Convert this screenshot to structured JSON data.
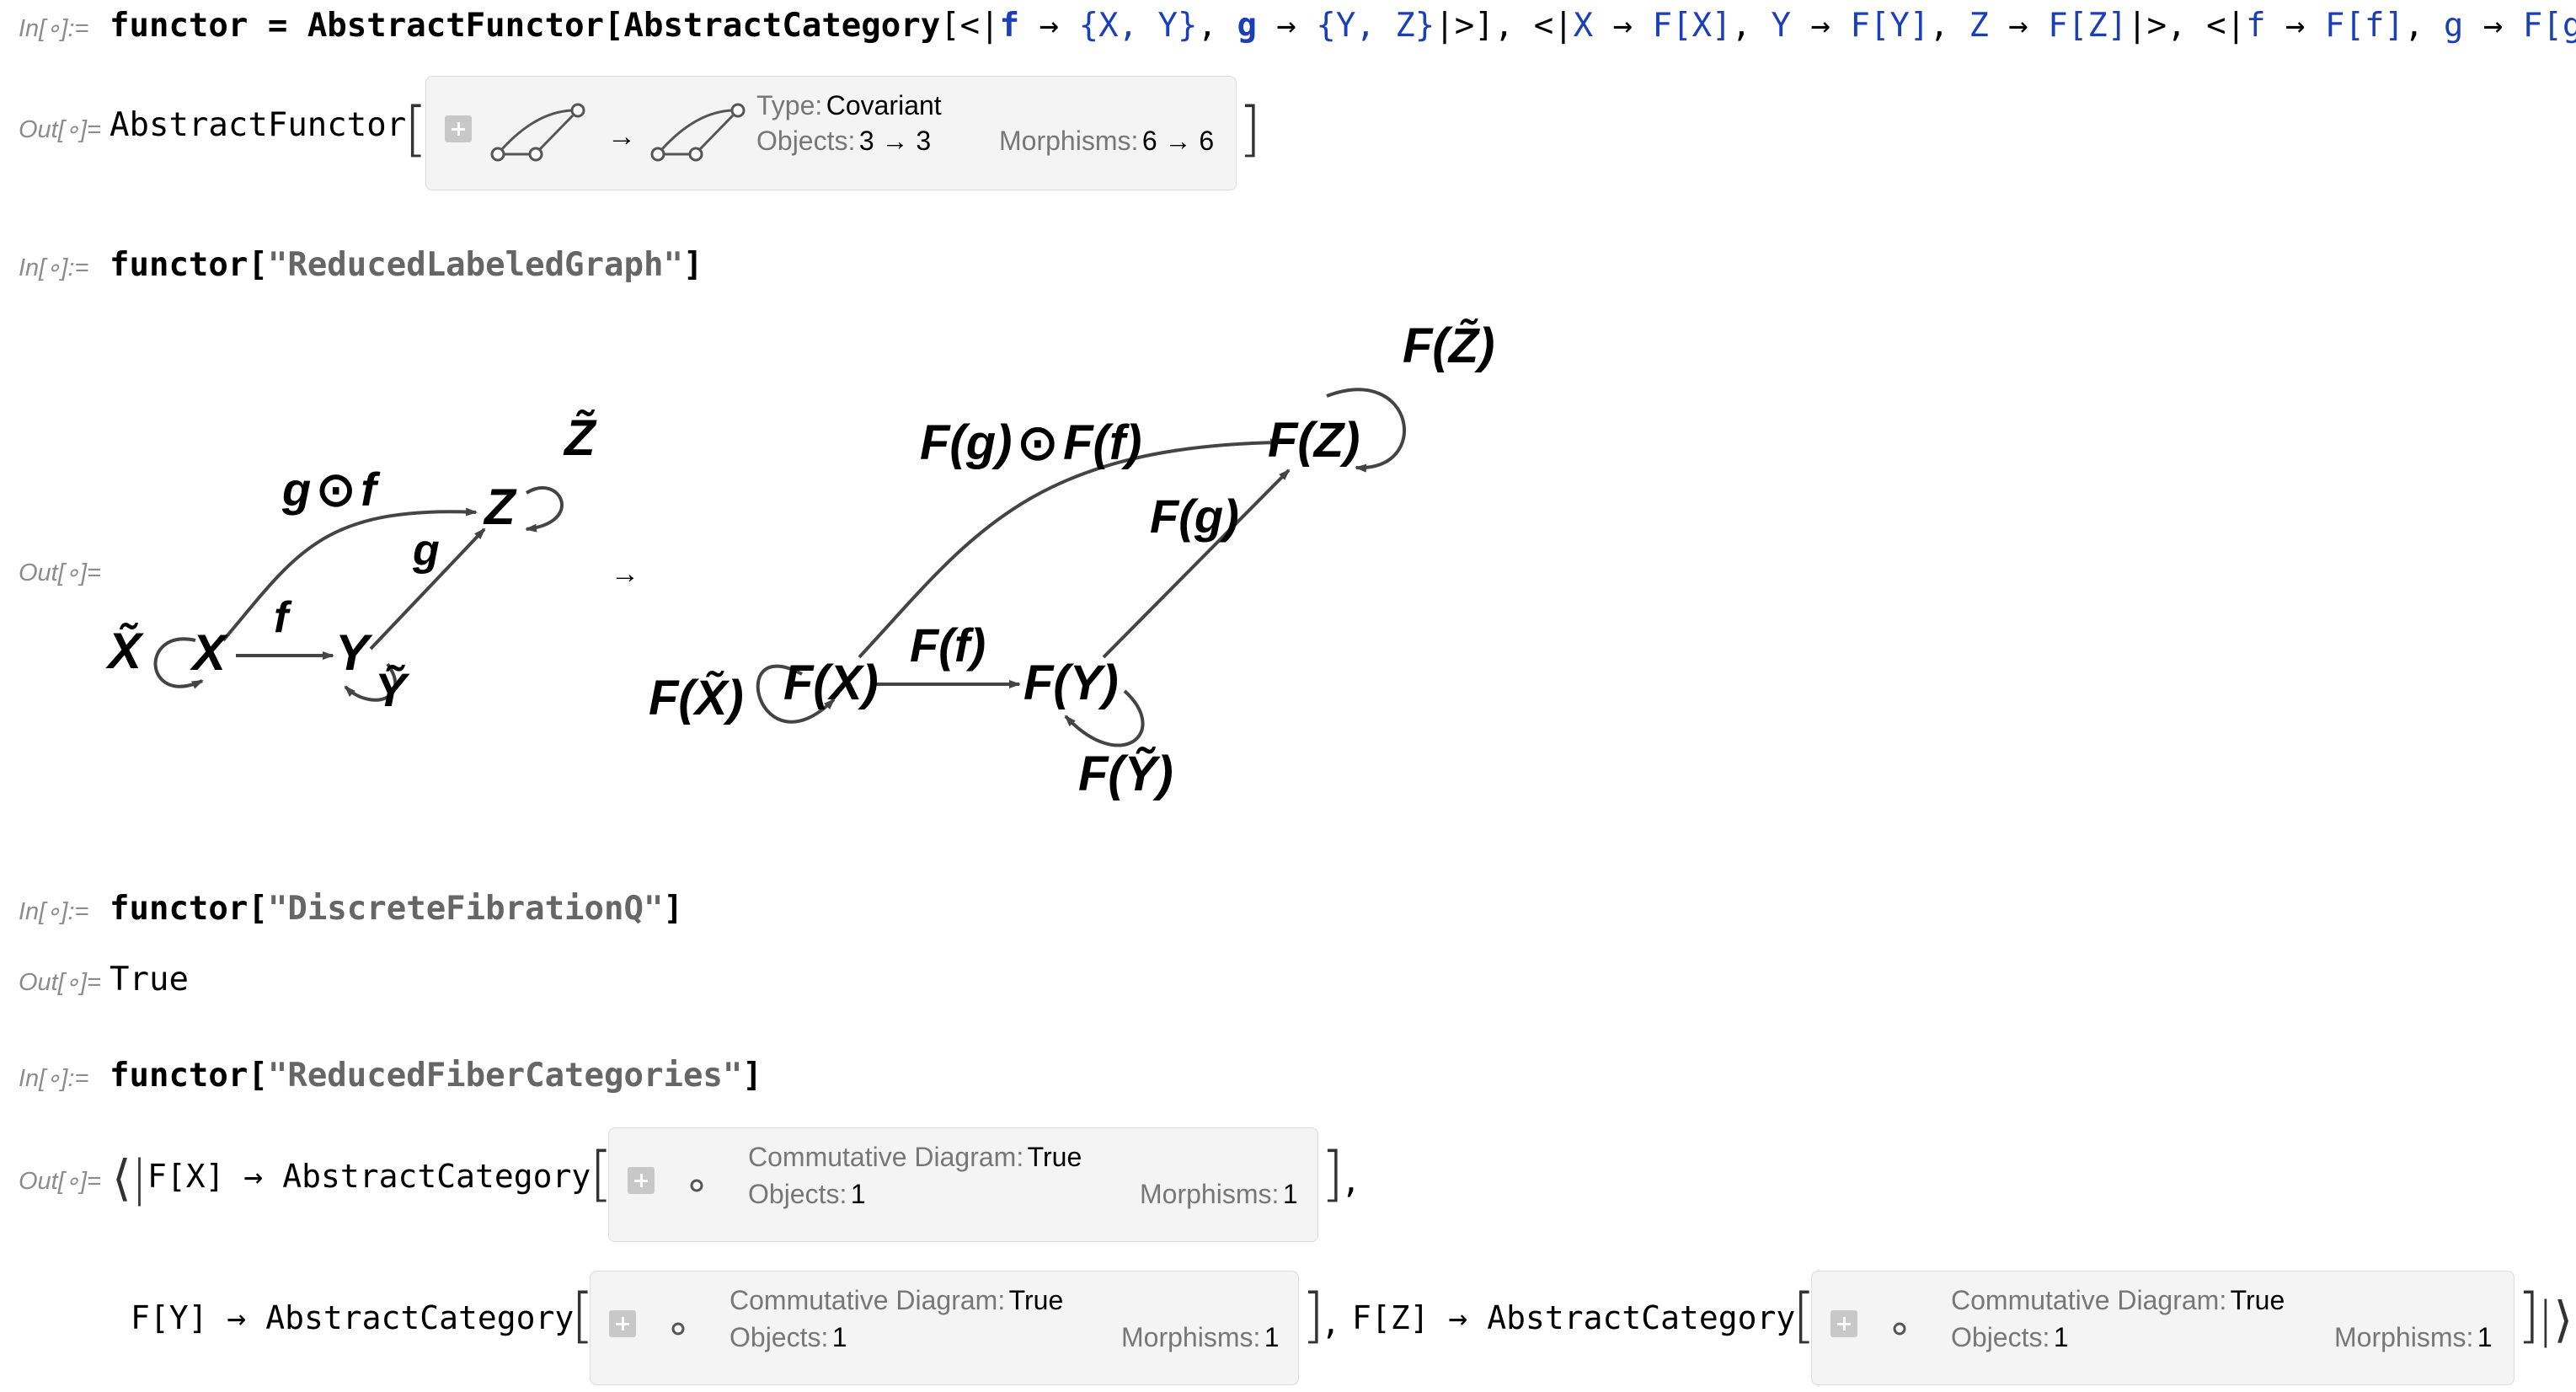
{
  "cells": {
    "in1": {
      "label": "In[∘]:=",
      "var": "functor",
      "eq": " = ",
      "head": "AbstractFunctor",
      "open": "[",
      "ac": "AbstractCategory",
      "acopen": "[<|",
      "f": "f",
      "arrow": " → ",
      "fv": "{X, Y}",
      "comma": ", ",
      "g": "g",
      "gv": "{Y, Z}",
      "acclose": "|>]",
      "sep": ", ",
      "m1open": "<|",
      "X": "X",
      "FX": "F[X]",
      "Y": "Y",
      "FY": "F[Y]",
      "Z": "Z",
      "FZ": "F[Z]",
      "m1close": "|>",
      "m2open": "<|",
      "f2": "f",
      "Ff": "F[f]",
      "g2": "g",
      "Fg": "F[g]",
      "m2close": "|>]"
    },
    "out1": {
      "label": "Out[∘]=",
      "head": "AbstractFunctor",
      "type_key": "Type:",
      "type_val": "Covariant",
      "objects_key": "Objects:",
      "objects_val": "3 → 3",
      "morphisms_key": "Morphisms:",
      "morphisms_val": "6 → 6",
      "map_arrow": "→"
    },
    "in2": {
      "label": "In[∘]:=",
      "var": "functor",
      "open": "[",
      "str": "\"ReducedLabeledGraph\"",
      "close": "]"
    },
    "out2": {
      "label": "Out[∘]=",
      "arrow": "→"
    },
    "in3": {
      "label": "In[∘]:=",
      "var": "functor",
      "open": "[",
      "str": "\"DiscreteFibrationQ\"",
      "close": "]"
    },
    "out3": {
      "label": "Out[∘]=",
      "value": "True"
    },
    "in4": {
      "label": "In[∘]:=",
      "var": "functor",
      "open": "[",
      "str": "\"ReducedFiberCategories\"",
      "close": "]"
    },
    "out4": {
      "label": "Out[∘]=",
      "assoc_open": "⟨|",
      "assoc_close": "|⟩",
      "fibers": [
        {
          "key": "F[X]",
          "arrow": "→",
          "head": "AbstractCategory",
          "cd_key": "Commutative Diagram:",
          "cd_val": "True",
          "obj_key": "Objects:",
          "obj_val": "1",
          "mor_key": "Morphisms:",
          "mor_val": "1",
          "sep": ","
        },
        {
          "key": "F[Y]",
          "arrow": "→",
          "head": "AbstractCategory",
          "cd_key": "Commutative Diagram:",
          "cd_val": "True",
          "obj_key": "Objects:",
          "obj_val": "1",
          "mor_key": "Morphisms:",
          "mor_val": "1",
          "sep": ","
        },
        {
          "key": "F[Z]",
          "arrow": "→",
          "head": "AbstractCategory",
          "cd_key": "Commutative Diagram:",
          "cd_val": "True",
          "obj_key": "Objects:",
          "obj_val": "1",
          "mor_key": "Morphisms:",
          "mor_val": "1"
        }
      ]
    }
  },
  "graph_left": {
    "nodes": {
      "X": "X",
      "Y": "Y",
      "Z": "Z"
    },
    "edges": {
      "f": "f",
      "g": "g",
      "gf_g": "g",
      "gf_op": "⊙",
      "gf_f": "f"
    },
    "loops": {
      "X": "X̃",
      "Y": "Ỹ",
      "Z": "Z̃"
    }
  },
  "graph_right": {
    "nodes": {
      "FX": "F(X)",
      "FY": "F(Y)",
      "FZ": "F(Z)"
    },
    "edges": {
      "Ff": "F(f)",
      "Fg": "F(g)",
      "Fgf_g": "F(g)",
      "Fgf_op": "⊙",
      "Fgf_f": "F(f)"
    },
    "loops": {
      "FX": "F(X̃)",
      "FY": "F(Ỹ)",
      "FZ": "F(Z̃)"
    }
  }
}
